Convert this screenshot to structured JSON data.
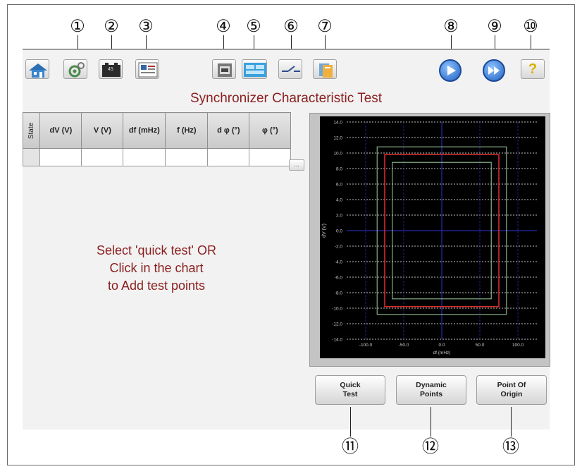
{
  "callouts_top": [
    "①",
    "②",
    "③",
    "④",
    "⑤",
    "⑥",
    "⑦",
    "⑧",
    "⑨",
    "⑩"
  ],
  "callouts_bottom": [
    "⑪",
    "⑫",
    "⑬"
  ],
  "toolbar": {
    "icons": [
      "home-icon",
      "settings-icon",
      "battery-icon",
      "test-card-icon",
      "breaker-icon",
      "display-icon",
      "switch-icon",
      "report-icon",
      "play-icon",
      "fast-forward-icon",
      "help-icon"
    ],
    "battery_text": "45",
    "help_glyph": "?"
  },
  "title": "Synchronizer Characteristic Test",
  "table": {
    "columns": [
      "State",
      "dV (V)",
      "V (V)",
      "df (mHz)",
      "f (Hz)",
      "d φ (°)",
      "φ (°)"
    ],
    "rows": [
      [
        "",
        "",
        "",
        "",
        "",
        "",
        ""
      ]
    ]
  },
  "ellipsis": "...",
  "message": {
    "line1": "Select 'quick test' OR",
    "line2": "Click in the chart",
    "line3": "to Add test points"
  },
  "buttons": {
    "quick_test_1": "Quick",
    "quick_test_2": "Test",
    "dynamic_points_1": "Dynamic",
    "dynamic_points_2": "Points",
    "point_of_origin_1": "Point Of",
    "point_of_origin_2": "Origin"
  },
  "colors": {
    "accent_red": "#8b1e1e",
    "chart_bg": "#000000",
    "grid": "#ffffff",
    "axis_line": "#1a1aa0",
    "outer_box": "#a0d0a0",
    "red_box": "#e03030"
  },
  "chart_data": {
    "type": "scatter",
    "xlabel": "df (mHz)",
    "ylabel": "dV (V)",
    "xlim": [
      -125,
      125
    ],
    "ylim": [
      -14,
      14
    ],
    "xticks": [
      -100,
      -50,
      0,
      50,
      100
    ],
    "xtick_labels": [
      "-100.0",
      "-50.0",
      "0.0",
      "50.0",
      "100.0"
    ],
    "yticks": [
      14,
      12,
      10,
      8,
      6,
      4,
      2,
      0,
      -2,
      -4,
      -6,
      -8,
      -10,
      -12,
      -14
    ],
    "ytick_labels": [
      "14.0",
      "12.0",
      "10.0",
      "8.0",
      "6.0",
      "4.0",
      "2.0",
      "0.0",
      "-2.0",
      "-4.0",
      "-6.0",
      "-8.0",
      "-10.0",
      "-12.0",
      "-14.0"
    ],
    "grid": true,
    "regions": [
      {
        "color": "#a0d0a0",
        "xmin": -85,
        "xmax": 85,
        "ymin": -10.8,
        "ymax": 10.8
      },
      {
        "color": "#e03030",
        "xmin": -75,
        "xmax": 75,
        "ymin": -9.8,
        "ymax": 9.8
      },
      {
        "color": "#a0d0a0",
        "xmin": -65,
        "xmax": 65,
        "ymin": -8.8,
        "ymax": 8.8
      }
    ],
    "points": []
  }
}
